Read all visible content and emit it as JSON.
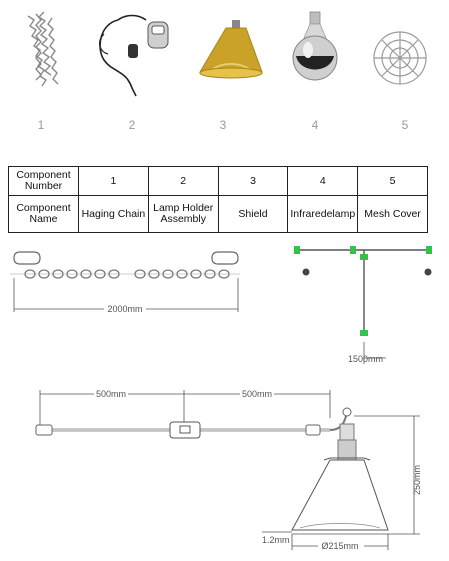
{
  "product_images": [
    {
      "number": "1",
      "icon": "chain-icon"
    },
    {
      "number": "2",
      "icon": "lamp-holder-icon"
    },
    {
      "number": "3",
      "icon": "gold-shield-icon"
    },
    {
      "number": "4",
      "icon": "infrared-bulb-icon"
    },
    {
      "number": "5",
      "icon": "mesh-cover-icon"
    }
  ],
  "table": {
    "row1_header": "Component Number",
    "row2_header": "Component Name",
    "numbers": [
      "1",
      "2",
      "3",
      "4",
      "5"
    ],
    "names": [
      "Haging Chain",
      "Lamp Holder Assembly",
      "Shield",
      "Infraredelamp",
      "Mesh Cover"
    ]
  },
  "dimensions": {
    "chain_length": "2000mm",
    "cable_length": "1500mm",
    "cord_left": "500mm",
    "cord_right": "500mm",
    "shade_height": "250mm",
    "shade_diameter": "Ø215mm",
    "rim": "1.2mm"
  },
  "colors": {
    "gold": "#c9a227",
    "connector_green": "#36c24a",
    "chain": "#777777",
    "line": "#444444"
  }
}
